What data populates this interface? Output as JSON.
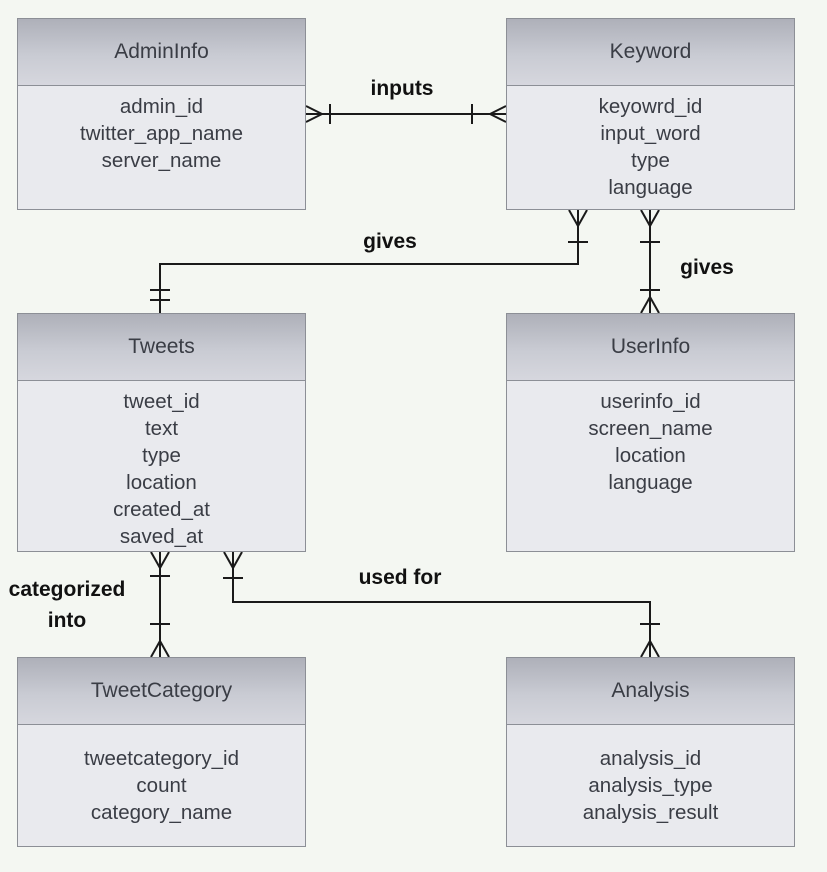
{
  "entities": {
    "admininfo": {
      "title": "AdminInfo",
      "attributes": [
        "admin_id",
        "twitter_app_name",
        "server_name"
      ]
    },
    "keyword": {
      "title": "Keyword",
      "attributes": [
        "keyowrd_id",
        "input_word",
        "type",
        "language"
      ]
    },
    "tweets": {
      "title": "Tweets",
      "attributes": [
        "tweet_id",
        "text",
        "type",
        "location",
        "created_at",
        "saved_at"
      ]
    },
    "userinfo": {
      "title": "UserInfo",
      "attributes": [
        "userinfo_id",
        "screen_name",
        "location",
        "language"
      ]
    },
    "tweetcategory": {
      "title": "TweetCategory",
      "attributes": [
        "tweetcategory_id",
        "count",
        "category_name"
      ]
    },
    "analysis": {
      "title": "Analysis",
      "attributes": [
        "analysis_id",
        "analysis_type",
        "analysis_result"
      ]
    }
  },
  "relationships": {
    "inputs": "inputs",
    "gives_tweets": "gives",
    "gives_userinfo": "gives",
    "categorized_into": "categorized into",
    "used_for": "used for"
  },
  "colors": {
    "background": "#f4f7f2",
    "entity_fill": "#e9eaee",
    "entity_header": "#c4c6ce",
    "entity_border": "#8c8f96",
    "connector": "#1a1a1a"
  }
}
